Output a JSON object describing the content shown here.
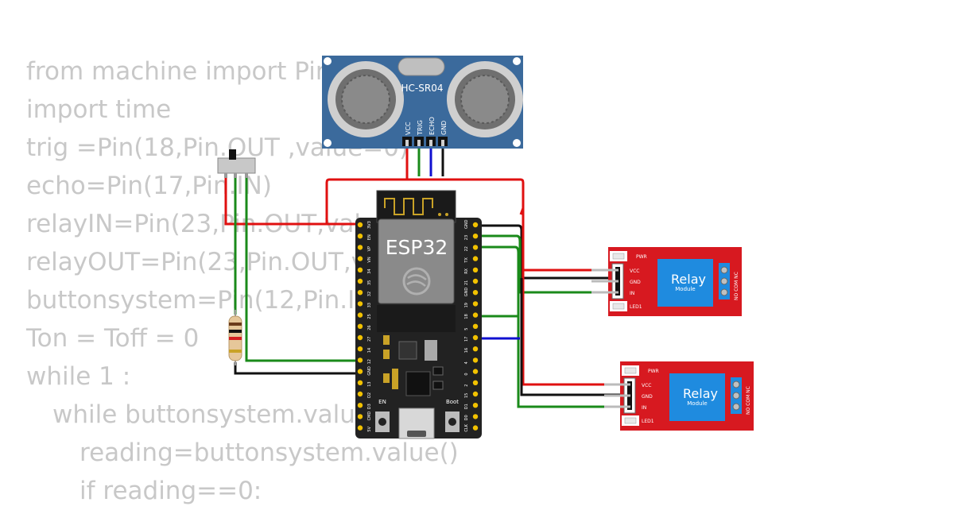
{
  "code_lines": [
    "from machine import Pin",
    "import time",
    "trig =Pin(18,Pin.OUT ,value=0)",
    "echo=Pin(17,Pin.IN)",
    "relayIN=Pin(23,Pin.OUT,value",
    "relayOUT=Pin(23,Pin.OUT,va",
    "buttonsystem=Pin(12,Pin.IN",
    "Ton = Toff = 0",
    "while 1 :",
    "while buttonsystem.value",
    "reading=buttonsystem.value()",
    "if reading==0:"
  ],
  "sensor": {
    "label": "HC-SR04",
    "pins": [
      "VCC",
      "TRIG",
      "ECHO",
      "GND"
    ]
  },
  "board": {
    "label": "ESP32",
    "left_pins": [
      "3V3",
      "EN",
      "VP",
      "VN",
      "34",
      "35",
      "32",
      "33",
      "25",
      "26",
      "27",
      "14",
      "12",
      "GND",
      "13",
      "D2",
      "D3",
      "CMD",
      "5V"
    ],
    "right_pins": [
      "GND",
      "23",
      "22",
      "TX",
      "RX",
      "21",
      "GND",
      "19",
      "18",
      "5",
      "17",
      "16",
      "4",
      "0",
      "2",
      "15",
      "D1",
      "D0",
      "CLK"
    ],
    "en_label": "EN",
    "boot_label": "Boot"
  },
  "relay1": {
    "title": "Relay",
    "subtitle": "Module",
    "pwr": "PWR",
    "led": "LED1",
    "pins": [
      "VCC",
      "GND",
      "IN"
    ],
    "terminals": "NO COM NC"
  },
  "relay2": {
    "title": "Relay",
    "subtitle": "Module",
    "pwr": "PWR",
    "led": "LED1",
    "pins": [
      "VCC",
      "GND",
      "IN"
    ],
    "terminals": "NO COM NC"
  },
  "colors": {
    "red_wire": "#e01010",
    "black_wire": "#111111",
    "green_wire": "#1a8a1a",
    "blue_wire": "#1010d0",
    "relay_board": "#d71920",
    "sensor_board": "#3b6a9c",
    "esp_board": "#222222"
  }
}
